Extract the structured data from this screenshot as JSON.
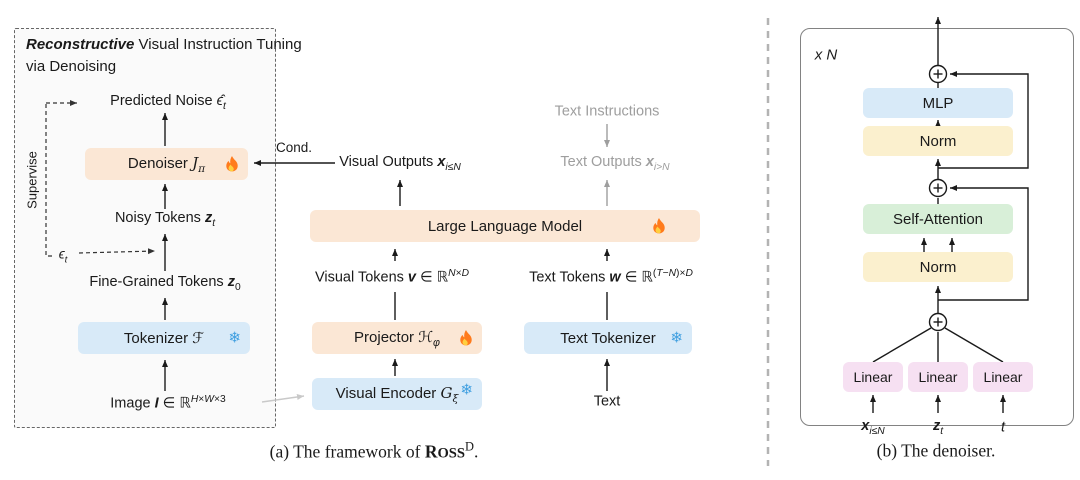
{
  "panel_a": {
    "box_title_line1_html": "<b><i>Reconstructive</i></b> Visual Instruction Tuning",
    "box_title_line2": "via Denoising",
    "supervise_label": "Supervise",
    "predicted_noise_html": "Predicted Noise <i>ϵ̂<sub>t</sub></i>",
    "denoiser_html": "Denoiser <i style=\"font-family:'DejaVu Serif',serif\">J<sub>π</sub></i>",
    "cond_label": "Cond.",
    "noisy_tokens_html": "Noisy Tokens <b><i>z</i></b><i><sub>t</sub></i>",
    "epsilon_html": "<i>ϵ<sub>t</sub></i>",
    "fine_grained_html": "Fine-Grained Tokens <b><i>z</i></b><sub>0</sub>",
    "tokenizer_html": "Tokenizer ℱ",
    "image_html": "Image <b><i>I</i></b> ∈ ℝ<sup><i>H</i>×<i>W</i>×3</sup>",
    "visual_outputs_html": "Visual Outputs <b><i>x</i></b><i><sub>i≤N</sub></i>",
    "text_instructions": "Text Instructions",
    "text_outputs_html": "Text Outputs <b><i>x</i></b><i><sub>i&gt;N</sub></i>",
    "llm_label": "Large Language Model",
    "visual_tokens_html": "Visual Tokens <b><i>v</i></b> ∈ ℝ<sup><i>N</i>×<i>D</i></sup>",
    "text_tokens_html": "Text Tokens <b><i>w</i></b> ∈ ℝ<sup>(<i>T</i>−<i>N</i>)×<i>D</i></sup>",
    "projector_html": "Projector ℋ<i><sub>φ</sub></i>",
    "visual_encoder_html": "Visual Encoder <i style=\"font-family:'DejaVu Serif',serif\">G<sub>ξ</sub></i>",
    "text_tokenizer_label": "Text Tokenizer",
    "text_input_label": "Text",
    "caption_html": "(a) The framework of <b>R<small>OSS</small></b><sup>D</sup>."
  },
  "panel_b": {
    "repeat_label_html": "<i>x N</i>",
    "mlp_label": "MLP",
    "norm_top_label": "Norm",
    "self_attention_label": "Self-Attention",
    "norm_bottom_label": "Norm",
    "linear_labels": [
      "Linear",
      "Linear",
      "Linear"
    ],
    "input_x_html": "<b><i>x</i></b><i><sub>i≤N</sub></i>",
    "input_z_html": "<b><i>z</i></b><i><sub>t</sub></i>",
    "input_t_html": "<i>t</i>",
    "caption_html": "(b) The denoiser."
  },
  "icons": {
    "snowflake_glyph": "❄"
  },
  "colors": {
    "frozen_blue": "#d8eaf8",
    "trainable_peach": "#fbe7d5",
    "norm_yellow": "#fbf0ce",
    "attention_green": "#d8efd8",
    "linear_pink": "#f6e0f2",
    "snowflake_blue": "#3f9fe0",
    "flame_orange": "#ff7b1c",
    "muted_gray": "#9e9e9e"
  }
}
